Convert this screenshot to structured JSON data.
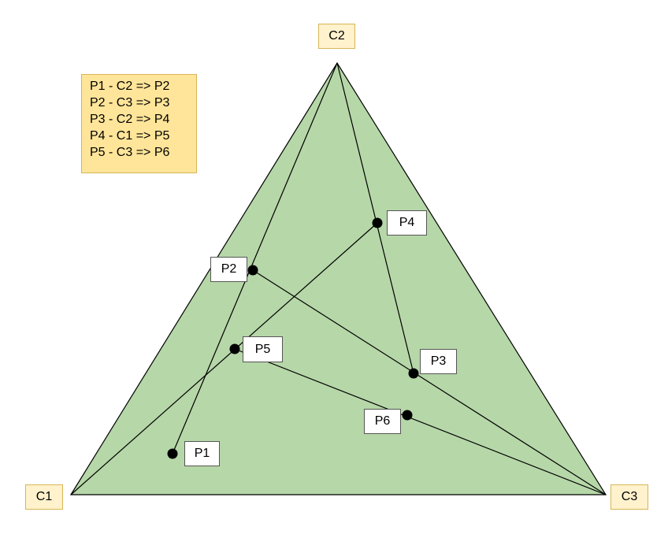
{
  "colors": {
    "triangle_fill": "#b6d7a8",
    "line": "#000000",
    "corner_label_fill": "#fff2cc",
    "legend_fill": "#ffe599",
    "point_label_fill": "#ffffff"
  },
  "corners": {
    "c1": "C1",
    "c2": "C2",
    "c3": "C3"
  },
  "points": {
    "p1": "P1",
    "p2": "P2",
    "p3": "P3",
    "p4": "P4",
    "p5": "P5",
    "p6": "P6"
  },
  "legend": {
    "steps": [
      "P1 - C2 => P2",
      "P2 - C3 => P3",
      "P3 - C2 => P4",
      "P4 - C1 => P5",
      "P5 - C3 => P6"
    ]
  }
}
